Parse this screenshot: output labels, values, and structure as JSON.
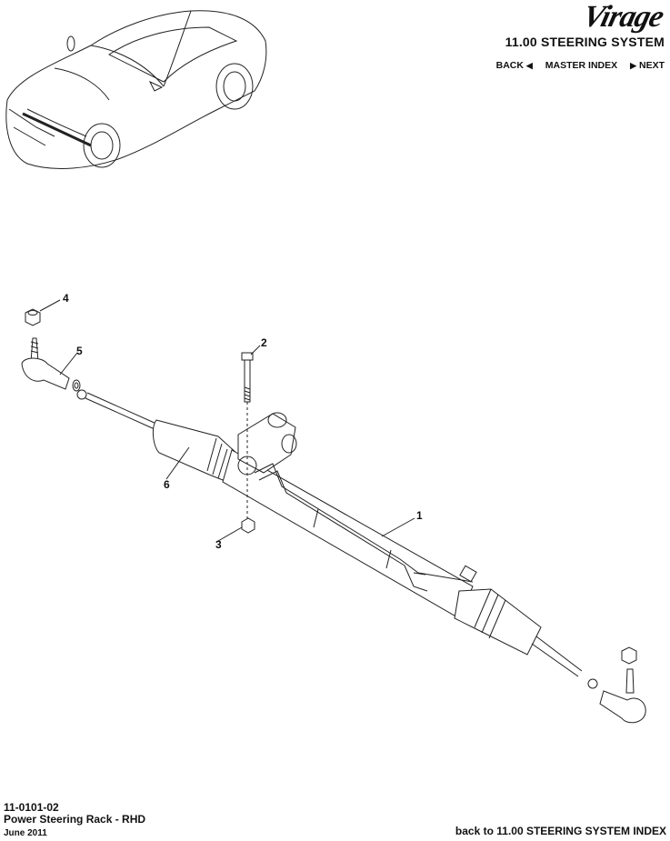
{
  "header": {
    "logo_text": "Virage",
    "section_title": "11.00 STEERING SYSTEM",
    "nav": {
      "back": "BACK",
      "master_index": "MASTER INDEX",
      "next": "NEXT"
    }
  },
  "diagram": {
    "callouts": [
      "1",
      "2",
      "3",
      "4",
      "5",
      "6"
    ]
  },
  "footer": {
    "part_code": "11-0101-02",
    "title": "Power Steering Rack - RHD",
    "date": "June 2011",
    "back_link": "back to 11.00 STEERING SYSTEM INDEX"
  }
}
